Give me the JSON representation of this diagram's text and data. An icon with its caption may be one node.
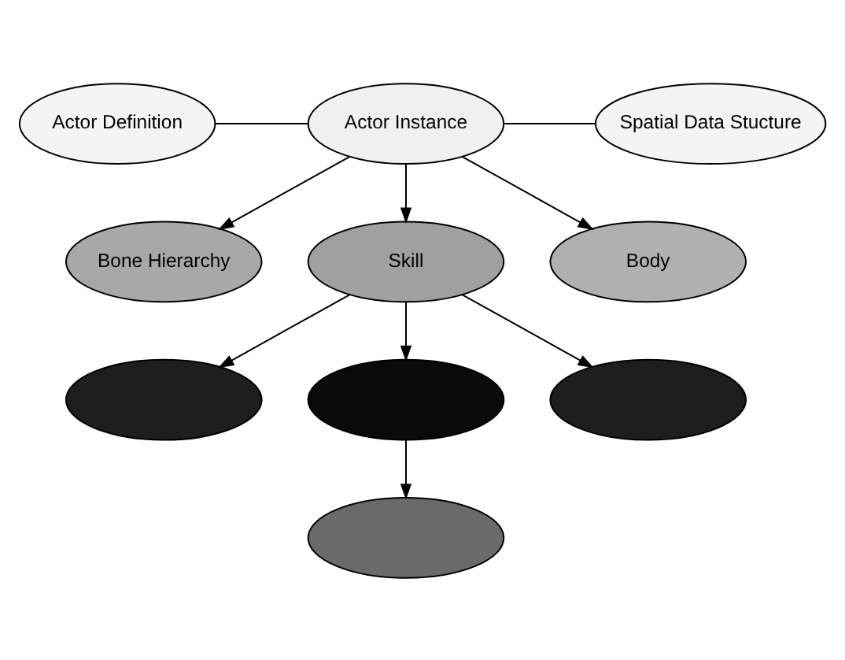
{
  "diagram": {
    "nodes": [
      {
        "text": [
          "Actor Definition"
        ]
      },
      {
        "text": [
          "Actor Instance"
        ]
      },
      {
        "text": [
          "Spatial Data Stucture"
        ]
      },
      {
        "text": [
          "Bone Hierarchy"
        ]
      },
      {
        "text": [
          "Skill"
        ]
      },
      {
        "text": [
          "Body"
        ]
      },
      {
        "text": [],
        "shape": "ellipse"
      },
      {
        "text": [],
        "shape": "ellipse"
      },
      {
        "text": [],
        "shape": "ellipse"
      },
      {
        "text": [],
        "shape": "ellipse"
      }
    ],
    "edges": [
      {
        "from": 0,
        "to": 1,
        "arrow": "none"
      },
      {
        "from": 1,
        "to": 2,
        "arrow": "none"
      },
      {
        "from": 1,
        "to": 3,
        "arrow": "to"
      },
      {
        "from": 1,
        "to": 4,
        "arrow": "to"
      },
      {
        "from": 1,
        "to": 5,
        "arrow": "to"
      },
      {
        "from": 4,
        "to": 6,
        "arrow": "to"
      },
      {
        "from": 4,
        "to": 7,
        "arrow": "to"
      },
      {
        "from": 4,
        "to": 8,
        "arrow": "to"
      },
      {
        "from": 7,
        "to": 9,
        "arrow": "to"
      }
    ]
  }
}
